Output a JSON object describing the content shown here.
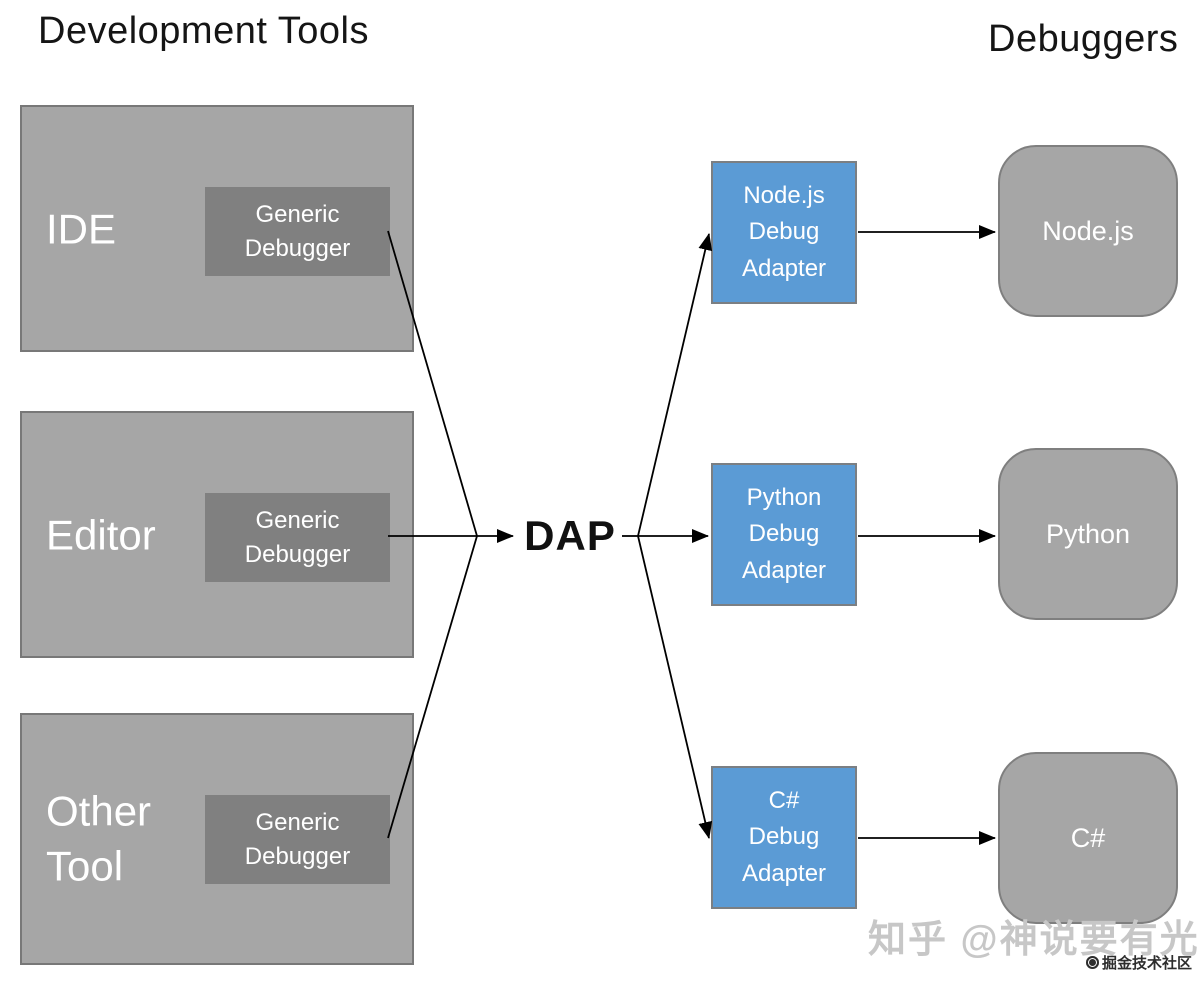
{
  "headers": {
    "left": "Development Tools",
    "right": "Debuggers"
  },
  "center": {
    "label": "DAP"
  },
  "tools": [
    {
      "label": "IDE",
      "debugger_label": "Generic Debugger"
    },
    {
      "label": "Editor",
      "debugger_label": "Generic Debugger"
    },
    {
      "label": "Other Tool",
      "debugger_label": "Generic Debugger"
    }
  ],
  "adapters": [
    {
      "lines": [
        "Node.js",
        "Debug",
        "Adapter"
      ]
    },
    {
      "lines": [
        "Python",
        "Debug",
        "Adapter"
      ]
    },
    {
      "lines": [
        "C#",
        "Debug",
        "Adapter"
      ]
    }
  ],
  "debuggers": [
    {
      "label": "Node.js"
    },
    {
      "label": "Python"
    },
    {
      "label": "C#"
    }
  ],
  "watermarks": {
    "zhihu": "知乎 @神说要有光",
    "juejin": "掘金技术社区"
  },
  "colors": {
    "tool_box_fill": "#a6a6a6",
    "tool_box_border": "#787878",
    "generic_debugger_fill": "#808080",
    "adapter_fill": "#5b9bd5",
    "debugger_fill": "#a6a6a6",
    "arrow": "#000000",
    "box_text": "#ffffff",
    "title_text": "#151515"
  }
}
